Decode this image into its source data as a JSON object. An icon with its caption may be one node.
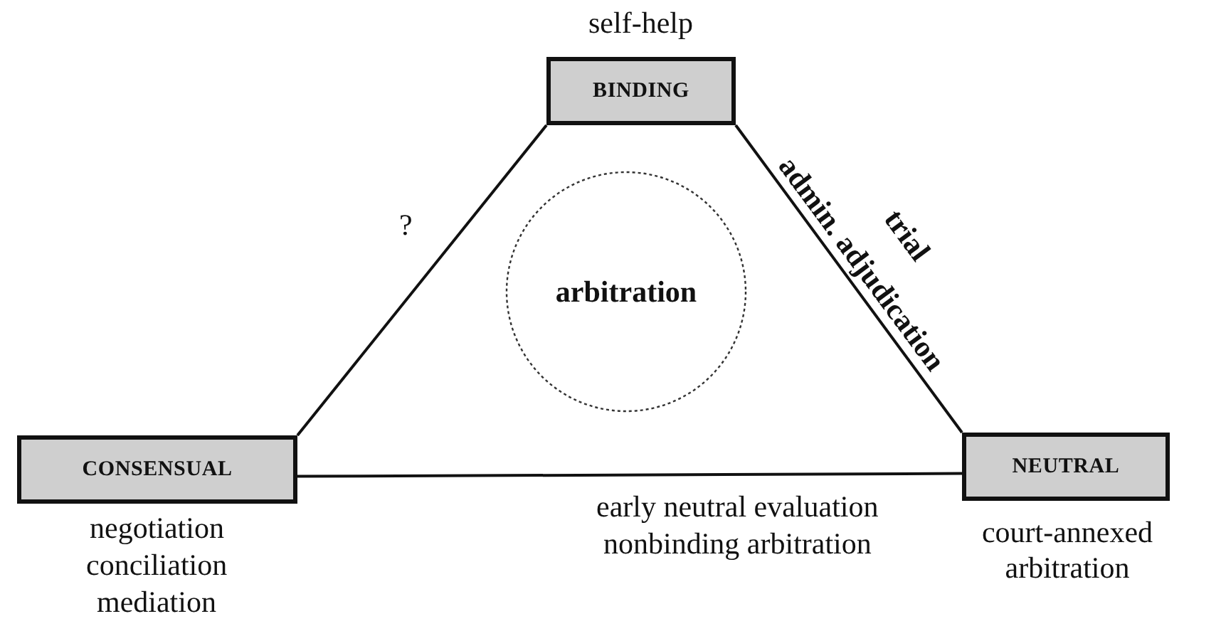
{
  "diagram": {
    "nodes": [
      {
        "text": [
          "BINDING"
        ],
        "beside": [
          "self-help"
        ]
      },
      {
        "text": [
          "CONSENSUAL"
        ],
        "beside": [
          "negotiation",
          "conciliation",
          "mediation"
        ]
      },
      {
        "text": [
          "NEUTRAL"
        ],
        "beside": [
          "court-annexed arbitration"
        ]
      },
      {
        "text": [
          "arbitration"
        ]
      }
    ],
    "edges": [
      {
        "from": 0,
        "to": 1,
        "arrow": "none",
        "label": "?"
      },
      {
        "from": 0,
        "to": 2,
        "arrow": "none"
      },
      {
        "from": 1,
        "to": 2,
        "arrow": "none"
      }
    ],
    "labels": [
      "trial",
      "admin. adjudication",
      "early neutral evaluation",
      "nonbinding arbitration"
    ]
  }
}
